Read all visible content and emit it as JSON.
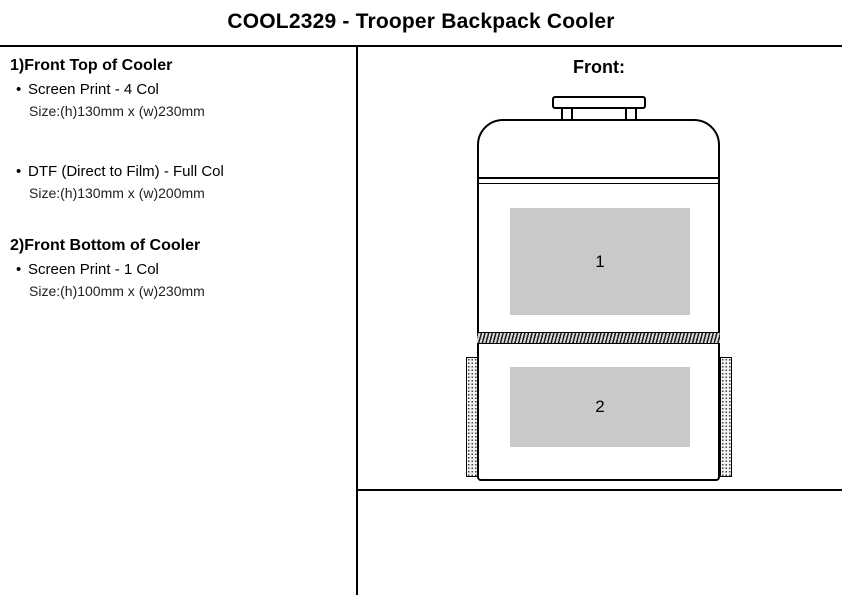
{
  "title": "COOL2329 - Trooper Backpack Cooler",
  "left_panel": {
    "bullet_glyph": "•",
    "sections": [
      {
        "heading": "1)Front Top of Cooler",
        "items": [
          {
            "method": "Screen Print - 4 Col",
            "size": "Size:(h)130mm x (w)230mm"
          },
          {
            "method": "DTF (Direct to Film) - Full Col",
            "size": "Size:(h)130mm x (w)200mm"
          }
        ]
      },
      {
        "heading": "2)Front Bottom of Cooler",
        "items": [
          {
            "method": "Screen Print - 1 Col",
            "size": "Size:(h)100mm x (w)230mm"
          }
        ]
      }
    ]
  },
  "diagram": {
    "view_label": "Front:",
    "print_areas": [
      {
        "label": "1"
      },
      {
        "label": "2"
      }
    ],
    "colors": {
      "print_area_fill": "#c9c9c9",
      "outline": "#000000"
    }
  }
}
